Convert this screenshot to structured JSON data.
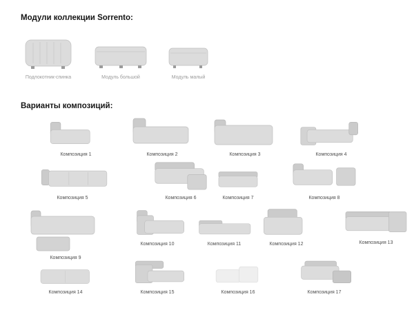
{
  "headings": {
    "modules": "Модули коллекции Sorrento:",
    "variants": "Варианты композиций:"
  },
  "modules": [
    {
      "label": "Подлокотник-спинка"
    },
    {
      "label": "Модуль большой"
    },
    {
      "label": "Модуль малый"
    }
  ],
  "compositions": [
    {
      "label": "Композиция 1"
    },
    {
      "label": "Композиция 2"
    },
    {
      "label": "Композиция 3"
    },
    {
      "label": "Композиция 4"
    },
    {
      "label": "Композиция 5"
    },
    {
      "label": "Композиция 6"
    },
    {
      "label": "Композиция 7"
    },
    {
      "label": "Композиция 8"
    },
    {
      "label": "Композиция 9"
    },
    {
      "label": "Композиция 10"
    },
    {
      "label": "Композиция 11"
    },
    {
      "label": "Композиция 12"
    },
    {
      "label": "Композиция 13"
    },
    {
      "label": "Композиция 14"
    },
    {
      "label": "Композиция 15"
    },
    {
      "label": "Композиция 16"
    },
    {
      "label": "Композиция 17"
    }
  ]
}
